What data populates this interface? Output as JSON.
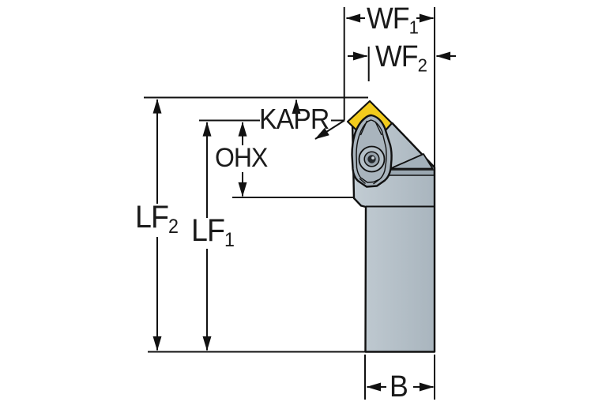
{
  "diagram": {
    "description": "Tool holder dimensional drawing with insert, clamp and shank",
    "labels": {
      "wf1": {
        "base": "WF",
        "sub": "1"
      },
      "wf2": {
        "base": "WF",
        "sub": "2"
      },
      "kapr": {
        "base": "KAPR",
        "sub": ""
      },
      "ohx": {
        "base": "OHX",
        "sub": ""
      },
      "lf2": {
        "base": "LF",
        "sub": "2"
      },
      "lf1": {
        "base": "LF",
        "sub": "1"
      },
      "b": {
        "base": "B",
        "sub": ""
      }
    },
    "colors": {
      "line": "#111111",
      "insert": "#F2CB1D",
      "bodyLight": "#C2CCD3",
      "bodyDark": "#A9B5BE",
      "clamp": "#A9B4BD",
      "clampInner": "#B4BFC7",
      "facet": "#A3B0BA",
      "shelf": "#9AA7B1",
      "screwRing": "#98A3AC",
      "socket": "#24282C",
      "socketDot": "#CDD5DA"
    }
  }
}
